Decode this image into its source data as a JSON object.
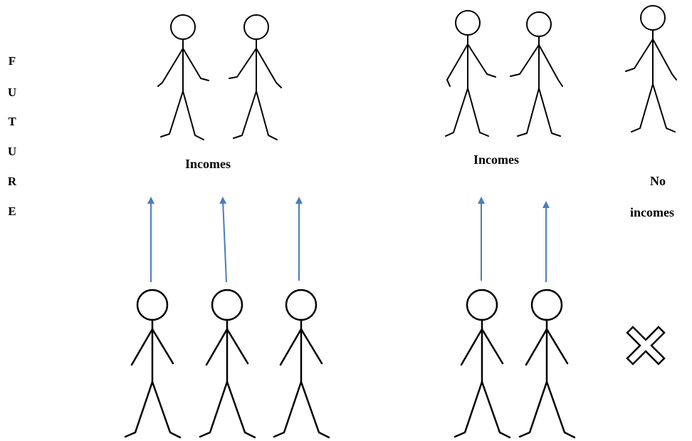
{
  "side_label": [
    "F",
    "U",
    "T",
    "U",
    "R",
    "E"
  ],
  "labels": {
    "left_incomes": "Incomes",
    "right_incomes": "Incomes",
    "no_incomes_line1": "No",
    "no_incomes_line2": "incomes"
  },
  "colors": {
    "figure_stroke": "#000000",
    "arrow": "#4a7ebb"
  },
  "icons": [
    "cross-icon"
  ]
}
